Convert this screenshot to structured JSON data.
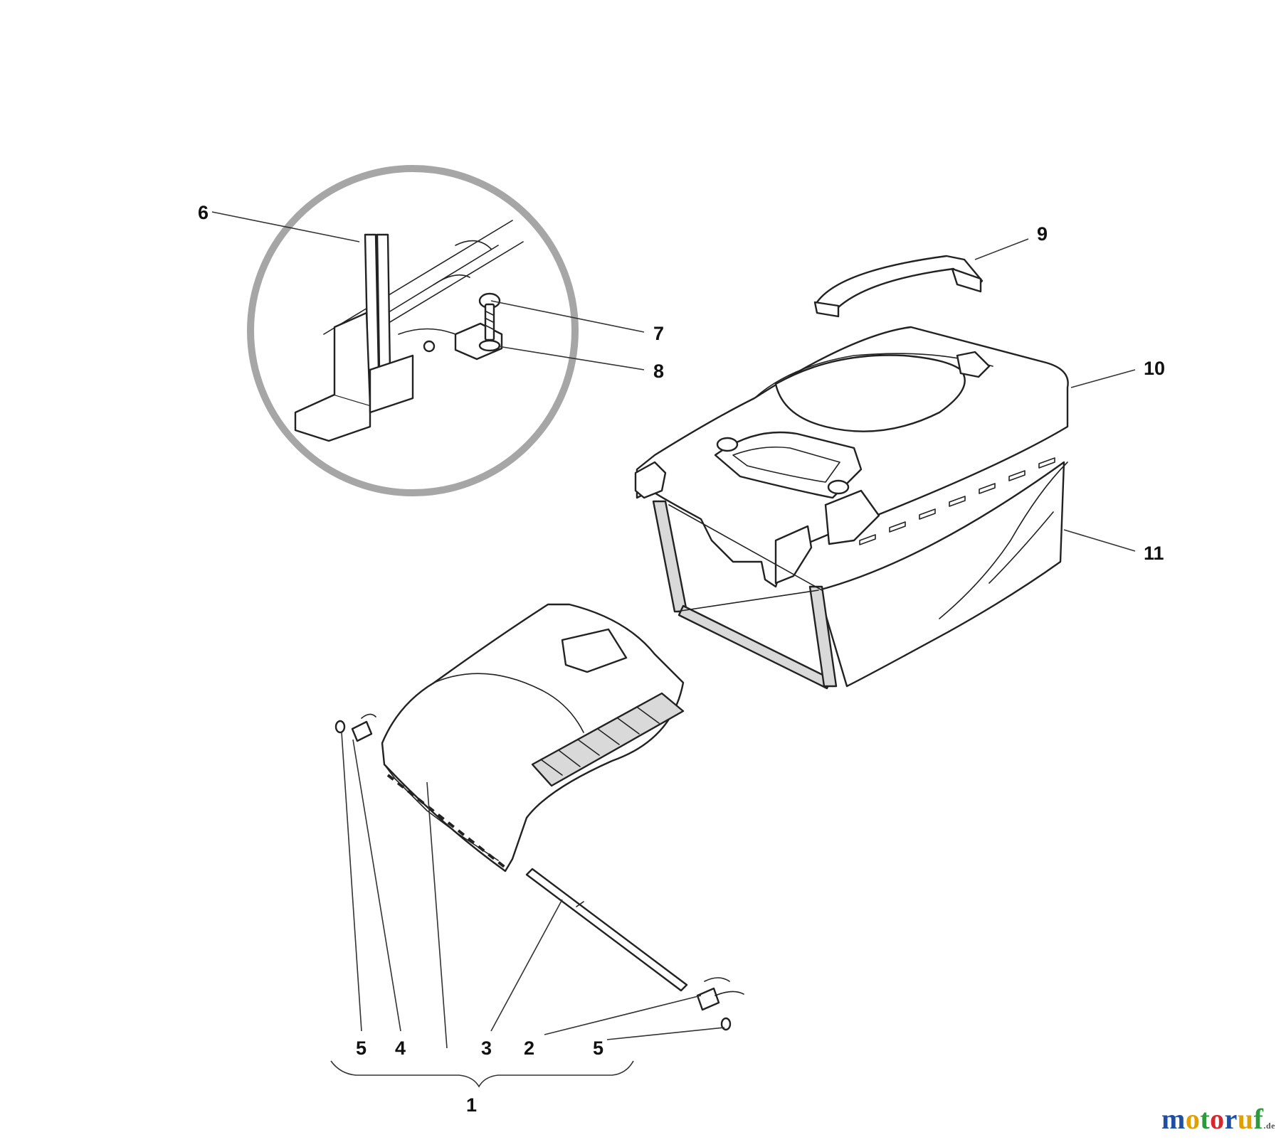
{
  "diagram": {
    "callouts": {
      "p1": "1",
      "p2": "2",
      "p3": "3",
      "p4": "4",
      "p5a": "5",
      "p5b": "5",
      "p6": "6",
      "p7": "7",
      "p8": "8",
      "p9": "9",
      "p10": "10",
      "p11": "11"
    }
  },
  "watermark": {
    "letters": [
      "m",
      "o",
      "t",
      "o",
      "r",
      "u",
      "f"
    ],
    "colors": [
      "#1f4fa3",
      "#e0a100",
      "#2a9a3a",
      "#d8262c",
      "#1f4fa3",
      "#e0a100",
      "#2a9a3a"
    ],
    "tld": ".de"
  }
}
